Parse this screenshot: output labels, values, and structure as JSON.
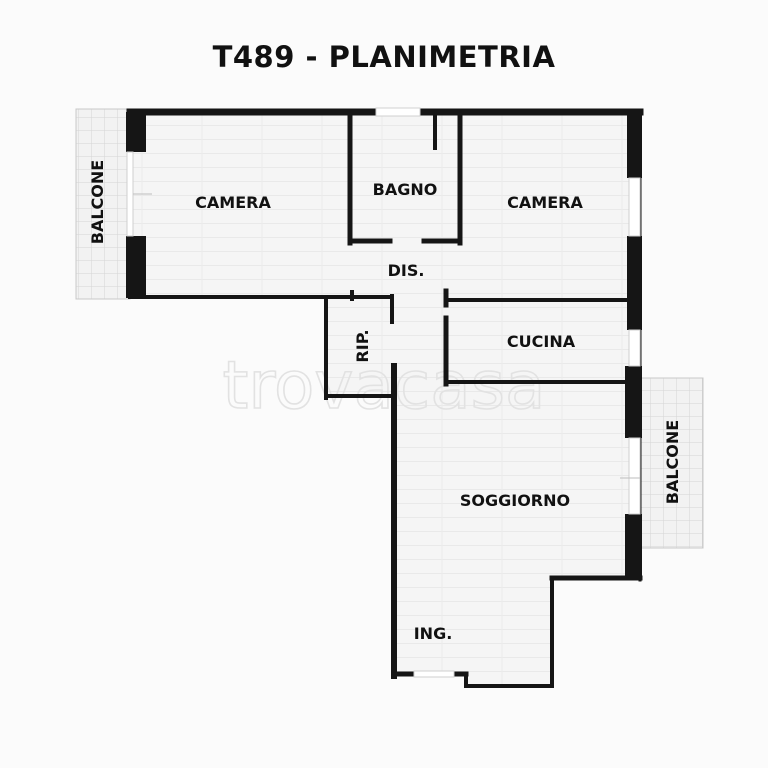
{
  "title": "T489 - PLANIMETRIA",
  "watermark": "trovacasa",
  "rooms": {
    "camera_left": "CAMERA",
    "bagno": "BAGNO",
    "camera_right": "CAMERA",
    "disimpegno": "DIS.",
    "ripostiglio": "RIP.",
    "cucina": "CUCINA",
    "soggiorno": "SOGGIORNO",
    "ingresso": "ING."
  },
  "balconies": {
    "left": "BALCONE",
    "right": "BALCONE"
  },
  "colors": {
    "wall": "#151515",
    "floor": "#f5f5f5",
    "plank_line": "#e8e8e8",
    "balcony_tile": "#f1f1f1",
    "balcony_line": "#d2d2d2",
    "window": "#ffffff"
  }
}
